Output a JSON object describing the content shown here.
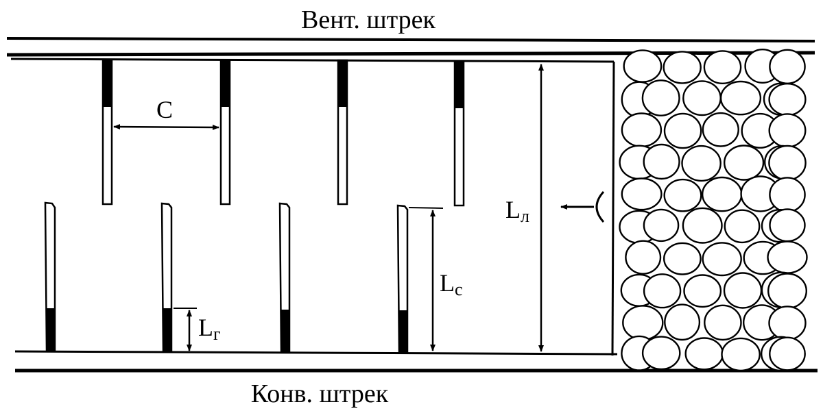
{
  "labels": {
    "top_drift": "Вент. штрек",
    "bottom_drift": "Конв. штрек",
    "spacing": "C",
    "face_length": {
      "main": "L",
      "sub": "л"
    },
    "hole_length": {
      "main": "L",
      "sub": "с"
    },
    "charge_length": {
      "main": "L",
      "sub": "г"
    }
  },
  "colors": {
    "ink": "#000000",
    "background": "#ffffff"
  }
}
